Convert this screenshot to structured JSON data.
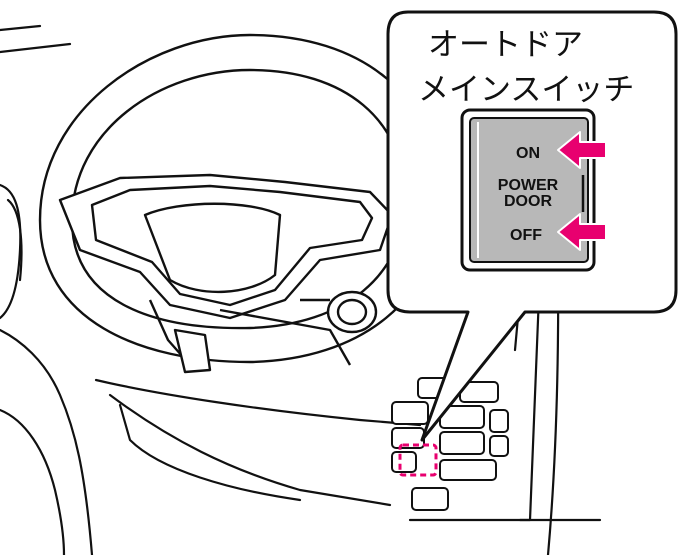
{
  "callout": {
    "title_line1": "オートドア",
    "title_line2": "メインスイッチ"
  },
  "switch": {
    "label_on": "ON",
    "label_power": "POWER",
    "label_door": "DOOR",
    "label_off": "OFF"
  },
  "colors": {
    "accent": "#e8006f",
    "switch_face": "#b8b8b8",
    "line": "#111111"
  },
  "icons": {
    "on_arrow": "arrow-left-icon",
    "off_arrow": "arrow-left-icon",
    "highlight": "dashed-box-highlight"
  }
}
